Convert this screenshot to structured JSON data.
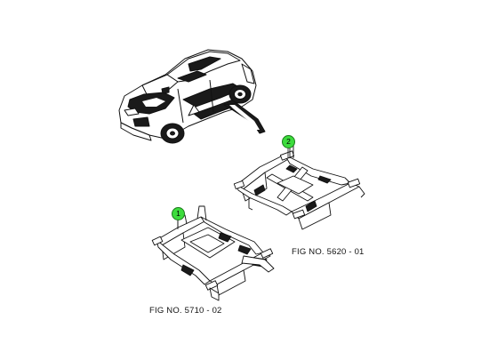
{
  "callouts": [
    {
      "number": "1",
      "color": "#3ddc3d"
    },
    {
      "number": "2",
      "color": "#3ddc3d"
    }
  ],
  "figures": [
    {
      "label": "FIG NO. 5620 - 01"
    },
    {
      "label": "FIG NO. 5710 - 02"
    }
  ],
  "colors": {
    "line": "#111111",
    "fill": "#ffffff",
    "shade": "#1a1a1a"
  }
}
